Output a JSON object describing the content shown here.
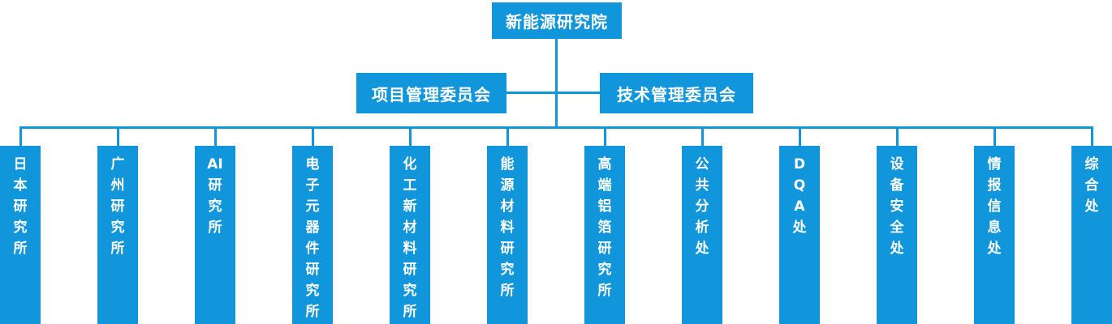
{
  "org_chart": {
    "accent_color": "#1296db",
    "text_color": "#ffffff",
    "root": {
      "label": "新能源研究院"
    },
    "committees": [
      {
        "label": "项目管理委员会"
      },
      {
        "label": "技术管理委员会"
      }
    ],
    "departments": [
      {
        "label": "日本研究所",
        "lines": [
          "日",
          "本",
          "研",
          "究",
          "所"
        ]
      },
      {
        "label": "广州研究所",
        "lines": [
          "广",
          "州",
          "研",
          "究",
          "所"
        ]
      },
      {
        "label": "AI研究所",
        "lines": [
          "AI",
          "研",
          "究",
          "所"
        ]
      },
      {
        "label": "电子元器件研究所",
        "lines": [
          "电",
          "子",
          "元",
          "器",
          "件",
          "研",
          "究",
          "所"
        ]
      },
      {
        "label": "化工新材料研究所",
        "lines": [
          "化",
          "工",
          "新",
          "材",
          "料",
          "研",
          "究",
          "所"
        ]
      },
      {
        "label": "能源材料研究所",
        "lines": [
          "能",
          "源",
          "材",
          "料",
          "研",
          "究",
          "所"
        ]
      },
      {
        "label": "高端铝箔研究所",
        "lines": [
          "高",
          "端",
          "铝",
          "箔",
          "研",
          "究",
          "所"
        ]
      },
      {
        "label": "公共分析处",
        "lines": [
          "公",
          "共",
          "分",
          "析",
          "处"
        ]
      },
      {
        "label": "DQA处",
        "lines": [
          "D",
          "Q",
          "A",
          "处"
        ]
      },
      {
        "label": "设备安全处",
        "lines": [
          "设",
          "备",
          "安",
          "全",
          "处"
        ]
      },
      {
        "label": "情报信息处",
        "lines": [
          "情",
          "报",
          "信",
          "息",
          "处"
        ]
      },
      {
        "label": "综合处",
        "lines": [
          "综",
          "合",
          "处"
        ]
      }
    ]
  }
}
